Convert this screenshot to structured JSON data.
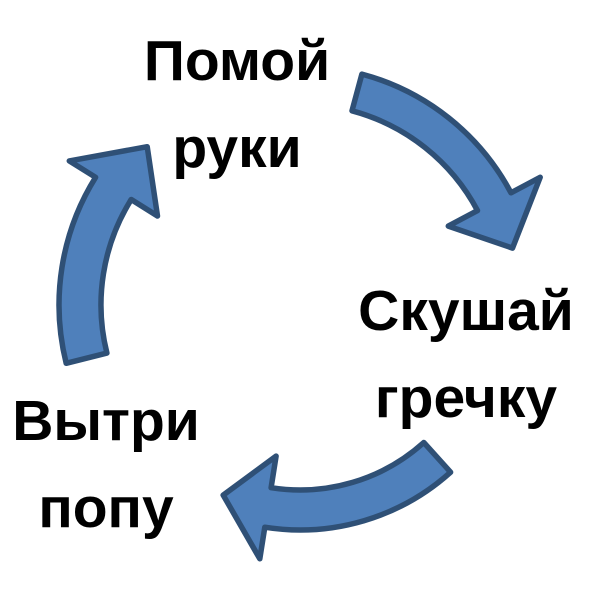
{
  "diagram": {
    "type": "cycle",
    "direction": "clockwise",
    "steps": [
      {
        "id": "wash",
        "label_line1": "Помой",
        "label_line2": "руки",
        "position": "top"
      },
      {
        "id": "eat",
        "label_line1": "Скушай",
        "label_line2": "гречку",
        "position": "right"
      },
      {
        "id": "wipe",
        "label_line1": "Вытри",
        "label_line2": "попу",
        "position": "bottom-left"
      }
    ],
    "arrows": [
      {
        "from": "wash",
        "to": "eat"
      },
      {
        "from": "eat",
        "to": "wipe"
      },
      {
        "from": "wipe",
        "to": "wash"
      }
    ],
    "colors": {
      "arrow_fill": "#4F80BB",
      "arrow_stroke": "#2F5076",
      "text": "#000000",
      "background": "#FFFFFF"
    }
  }
}
